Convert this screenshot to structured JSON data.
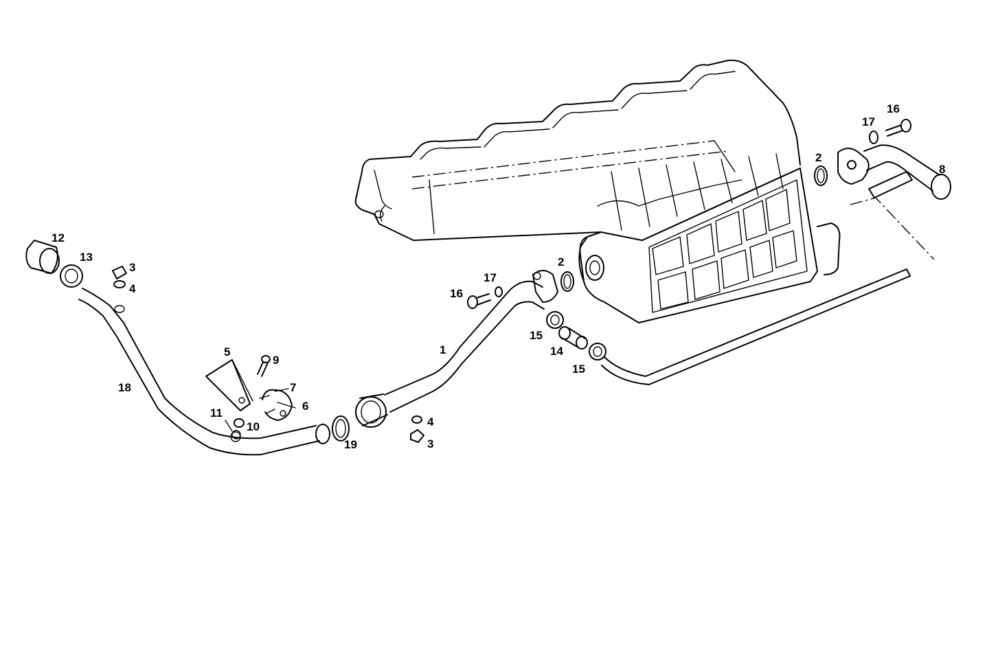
{
  "labels": {
    "l1": "1",
    "l2a": "2",
    "l2b": "2",
    "l3a": "3",
    "l3b": "3",
    "l4a": "4",
    "l4b": "4",
    "l5": "5",
    "l6": "6",
    "l7": "7",
    "l8": "8",
    "l9": "9",
    "l10": "10",
    "l11": "11",
    "l12": "12",
    "l13": "13",
    "l14": "14",
    "l15a": "15",
    "l15b": "15",
    "l16a": "16",
    "l16b": "16",
    "l17a": "17",
    "l17b": "17",
    "l18": "18",
    "l19": "19"
  }
}
